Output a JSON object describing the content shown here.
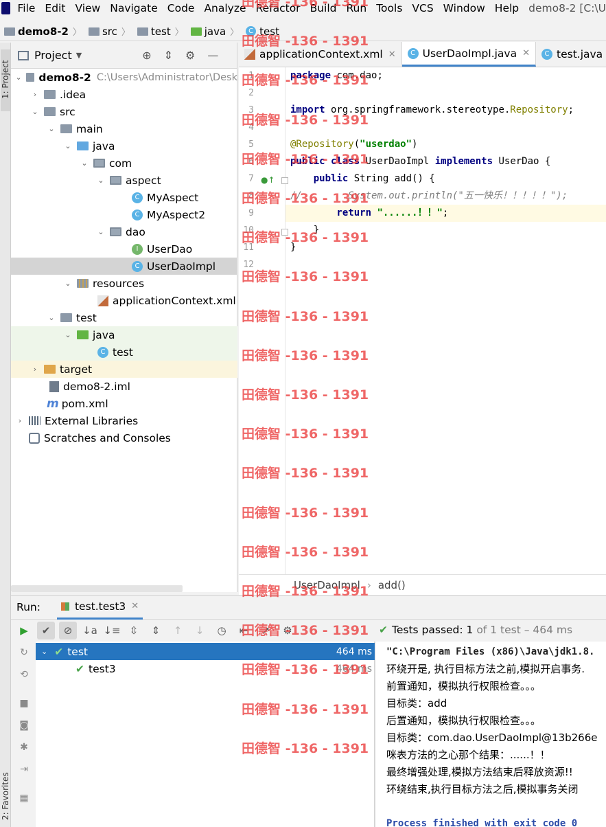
{
  "menu": {
    "items": [
      "File",
      "Edit",
      "View",
      "Navigate",
      "Code",
      "Analyze",
      "Refactor",
      "Build",
      "Run",
      "Tools",
      "VCS",
      "Window",
      "Help"
    ],
    "window_title": "demo8-2 [C:\\U"
  },
  "breadcrumb": [
    "demo8-2",
    "src",
    "test",
    "java",
    "test"
  ],
  "left_stripe": {
    "project": "1: Project",
    "favorites": "2: Favorites"
  },
  "project_panel": {
    "title": "Project",
    "tree": [
      {
        "label": "demo8-2",
        "extra": "C:\\Users\\Administrator\\Desk",
        "icon": "folder-icon",
        "expanded": true
      },
      {
        "label": ".idea",
        "icon": "folder-icon"
      },
      {
        "label": "src",
        "icon": "folder-icon"
      },
      {
        "label": "main",
        "icon": "folder-icon"
      },
      {
        "label": "java",
        "icon": "source-folder-icon"
      },
      {
        "label": "com",
        "icon": "package-icon"
      },
      {
        "label": "aspect",
        "icon": "package-icon"
      },
      {
        "label": "MyAspect",
        "icon": "class-icon"
      },
      {
        "label": "MyAspect2",
        "icon": "class-icon"
      },
      {
        "label": "dao",
        "icon": "package-icon"
      },
      {
        "label": "UserDao",
        "icon": "interface-icon"
      },
      {
        "label": "UserDaoImpl",
        "icon": "class-icon"
      },
      {
        "label": "resources",
        "icon": "resources-folder-icon"
      },
      {
        "label": "applicationContext.xml",
        "icon": "xml-file-icon"
      },
      {
        "label": "test",
        "icon": "folder-icon"
      },
      {
        "label": "java",
        "icon": "test-source-folder-icon"
      },
      {
        "label": "test",
        "icon": "test-class-icon"
      },
      {
        "label": "target",
        "icon": "excluded-folder-icon"
      },
      {
        "label": "demo8-2.iml",
        "icon": "iml-file-icon"
      },
      {
        "label": "pom.xml",
        "icon": "maven-icon"
      },
      {
        "label": "External Libraries",
        "icon": "libraries-icon"
      },
      {
        "label": "Scratches and Consoles",
        "icon": "scratches-icon"
      }
    ]
  },
  "editor": {
    "tabs": [
      {
        "label": "applicationContext.xml",
        "icon": "xml-file-icon"
      },
      {
        "label": "UserDaoImpl.java",
        "icon": "class-icon",
        "active": true
      },
      {
        "label": "test.java",
        "icon": "test-class-icon"
      }
    ],
    "lines": [
      "1",
      "2",
      "3",
      "4",
      "5",
      "6",
      "7",
      "8",
      "9",
      "10",
      "11",
      "12"
    ],
    "code": {
      "l1a": "package",
      "l1b": " com.dao;",
      "l3a": "import",
      "l3b": " org.springframework.stereotype.",
      "l3c": "Repository",
      "l3d": ";",
      "l5a": "@Repository",
      "l5b": "(",
      "l5c": "\"userdao\"",
      "l5d": ")",
      "l6a": "public class",
      "l6b": " UserDaoImpl ",
      "l6c": "implements",
      "l6d": " UserDao {",
      "l7a": "    public",
      "l7b": " String add() {",
      "l8": "//        System.out.println(\"五一快乐！！！！！\");",
      "l9a": "        return",
      "l9b": " ",
      "l9c": "\"......！！\"",
      "l9d": ";",
      "l10": "    }",
      "l11": "}"
    },
    "breadcrumb": [
      "UserDaoImpl",
      "add()"
    ]
  },
  "run": {
    "label": "Run:",
    "tab": "test.test3",
    "status_prefix": "Tests passed: ",
    "status_count": "1",
    "status_rest": " of 1 test – 464 ms",
    "tests": [
      {
        "name": "test",
        "time": "464 ms"
      },
      {
        "name": "test3",
        "time": "464 ms"
      }
    ],
    "console": [
      "\"C:\\Program Files (x86)\\Java\\jdk1.8.",
      "环绕开是, 执行目标方法之前,模拟开启事务.",
      "前置通知，模拟执行权限检查。。。",
      "目标类：add",
      "后置通知，模拟执行权限检查。。。",
      "目标类：com.dao.UserDaoImpl@13b266e",
      "咪表方法的之心那个结果：......！！",
      "最终增强处理,模拟方法结束后释放资源!!",
      "环绕结束,执行目标方法之后,模拟事务关闭",
      "",
      "Process finished with exit code 0"
    ]
  },
  "watermark": "田德智 -136 - 1391"
}
